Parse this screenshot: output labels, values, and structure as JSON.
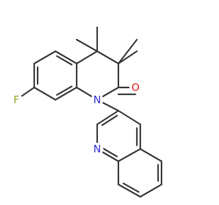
{
  "molecule": {
    "colors": {
      "bond": "#333333",
      "N": "#2a2adb",
      "O": "#e0201b",
      "F": "#8fa82e"
    },
    "atoms": {
      "F": {
        "text": "F",
        "element": "F"
      },
      "N1": {
        "text": "N",
        "element": "N"
      },
      "O": {
        "text": "O",
        "element": "O"
      },
      "Nq": {
        "text": "N",
        "element": "N"
      }
    }
  }
}
